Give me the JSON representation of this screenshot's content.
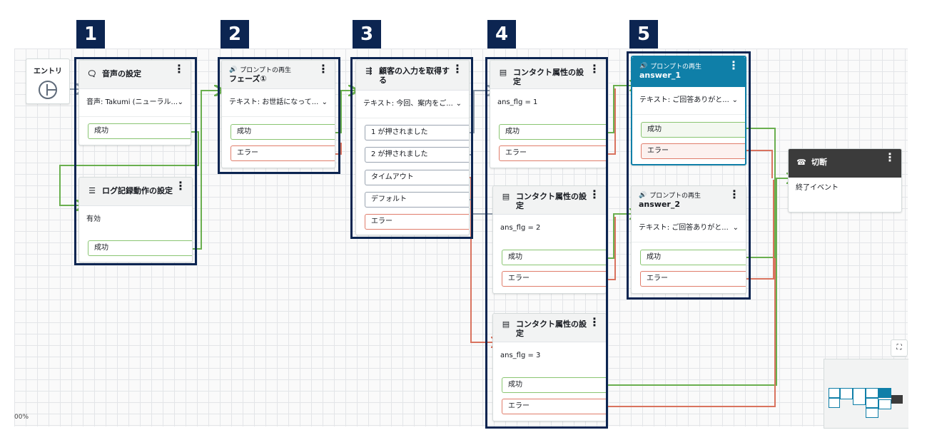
{
  "entry": {
    "label": "エントリ"
  },
  "callouts": [
    "1",
    "2",
    "3",
    "4",
    "5"
  ],
  "blocks": {
    "voice": {
      "title": "音声の設定",
      "param": "音声: Takumi (ニューラル...",
      "branches": [
        "成功"
      ]
    },
    "logging": {
      "title": "ログ記録動作の設定",
      "param": "有効",
      "branches": [
        "成功"
      ]
    },
    "prompt_phase": {
      "subtitle": "プロンプトの再生",
      "title": "フェーズ①",
      "param": "テキスト: お世話になって...",
      "branches": [
        "成功",
        "エラー"
      ]
    },
    "get_input": {
      "title": "顧客の入力を取得する",
      "param": "テキスト: 今回、案内をご...",
      "branches": [
        "1 が押されました",
        "2 が押されました",
        "タイムアウト",
        "デフォルト",
        "エラー"
      ]
    },
    "attr1": {
      "title": "コンタクト属性の設定",
      "param": "ans_flg = 1",
      "branches": [
        "成功",
        "エラー"
      ]
    },
    "attr2": {
      "title": "コンタクト属性の設定",
      "param": "ans_flg = 2",
      "branches": [
        "成功",
        "エラー"
      ]
    },
    "attr3": {
      "title": "コンタクト属性の設定",
      "param": "ans_flg = 3",
      "branches": [
        "成功",
        "エラー"
      ]
    },
    "answer1": {
      "subtitle": "プロンプトの再生",
      "title": "answer_1",
      "param": "テキスト: ご回答ありがと...",
      "branches": [
        "成功",
        "エラー"
      ]
    },
    "answer2": {
      "subtitle": "プロンプトの再生",
      "title": "answer_2",
      "param": "テキスト: ご回答ありがと...",
      "branches": [
        "成功",
        "エラー"
      ]
    },
    "disconnect": {
      "title": "切断",
      "param": "終了イベント"
    }
  },
  "zoom": "00%",
  "colors": {
    "callout": "#0c2551",
    "success": "#6aaf4f",
    "error": "#d9735f",
    "neutral": "#8d99a8",
    "selected": "#0f7fa8"
  }
}
